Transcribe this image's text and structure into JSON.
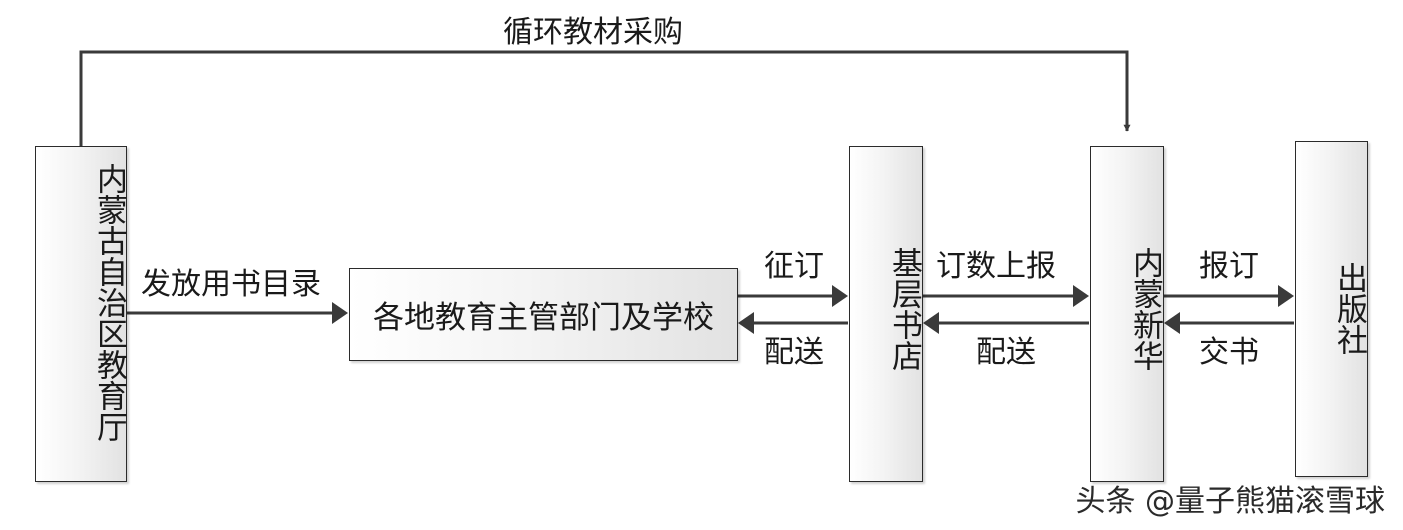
{
  "nodes": {
    "edu_dept": "内蒙古自治区教育厅",
    "schools": "各地教育主管部门及学校",
    "bookstore": "基层书店",
    "xinhua": "内蒙新华",
    "publisher": "出版社"
  },
  "edges": {
    "cycle_purchase": "循环教材采购",
    "issue_catalog": "发放用书目录",
    "order": "征订",
    "deliver_to_school": "配送",
    "report_count": "订数上报",
    "deliver_to_store": "配送",
    "report_order": "报订",
    "hand_over_books": "交书"
  },
  "watermark": "头条 @量子熊猫滚雪球",
  "colors": {
    "line": "#3a3a3a",
    "border": "#2b2b2b"
  }
}
